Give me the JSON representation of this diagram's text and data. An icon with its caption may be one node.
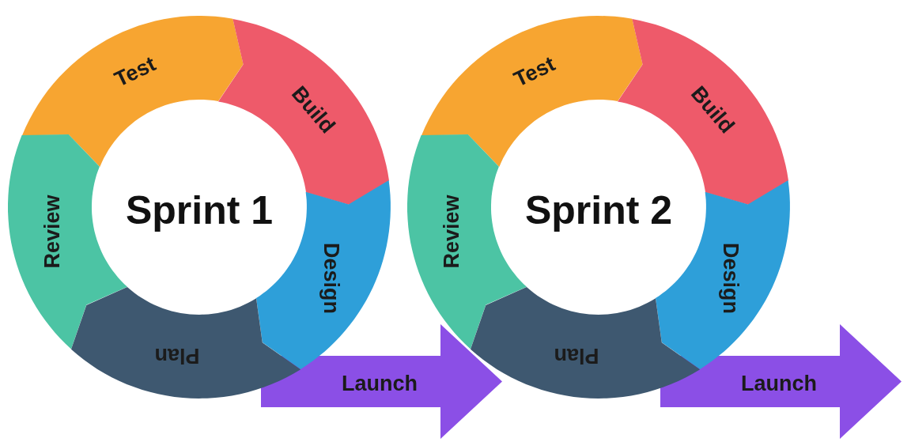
{
  "diagram": {
    "nodes": [
      {
        "text": [
          "Test"
        ]
      },
      {
        "text": [
          "Build"
        ]
      },
      {
        "text": [
          "Review"
        ]
      },
      {
        "text": [
          "Design"
        ]
      },
      {
        "text": [
          "Plan"
        ]
      },
      {
        "text": [
          "Launch"
        ]
      },
      {
        "text": [
          "Test"
        ]
      },
      {
        "text": [
          "Build"
        ]
      },
      {
        "text": [
          "Review"
        ]
      },
      {
        "text": [
          "Design"
        ]
      },
      {
        "text": [
          "Plan"
        ]
      },
      {
        "text": [
          "Launch"
        ]
      }
    ],
    "labels": [
      "Sprint 1",
      "Sprint 2"
    ]
  }
}
